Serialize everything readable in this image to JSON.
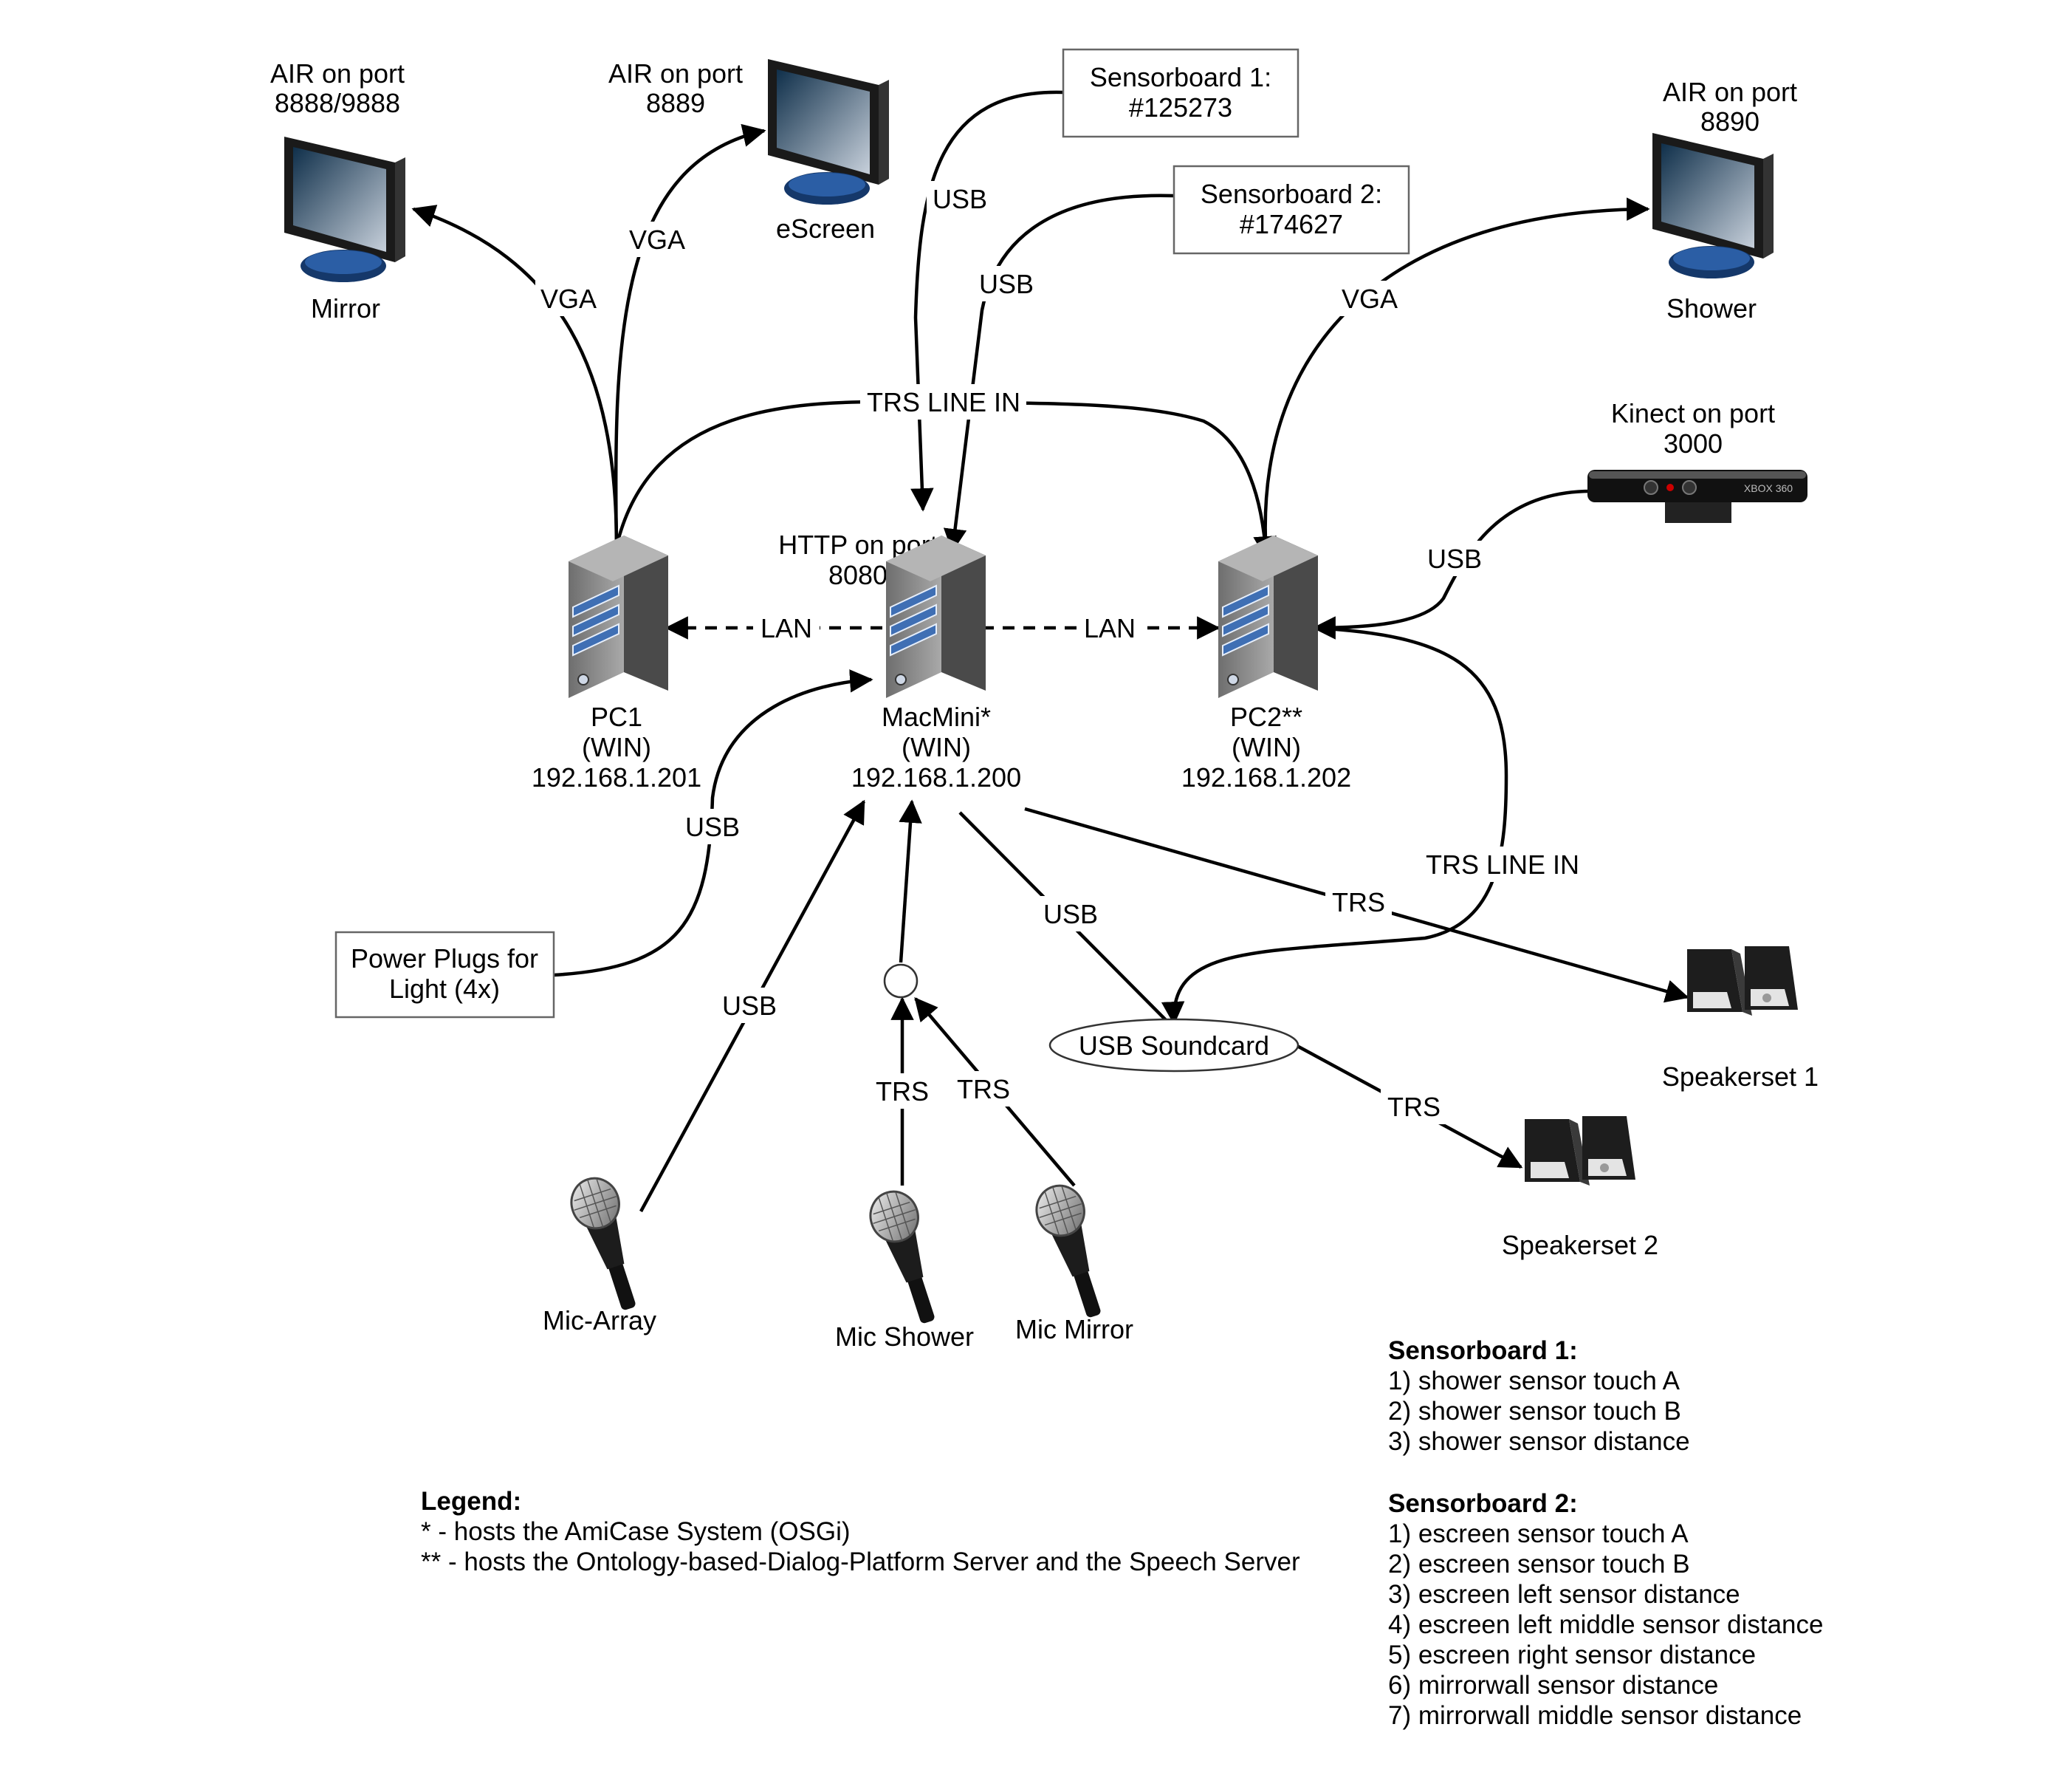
{
  "displays": {
    "mirror": {
      "port": [
        "AIR on port",
        "8888/9888"
      ],
      "name": "Mirror"
    },
    "escreen": {
      "port": [
        "AIR on port",
        "8889"
      ],
      "name": "eScreen"
    },
    "shower": {
      "port": [
        "AIR on port",
        "8890"
      ],
      "name": "Shower"
    }
  },
  "sensorboards": {
    "sb1": [
      "Sensorboard 1:",
      "#125273"
    ],
    "sb2": [
      "Sensorboard 2:",
      "#174627"
    ]
  },
  "kinect": {
    "label": [
      "Kinect on port",
      "3000"
    ],
    "logo": "XBOX 360"
  },
  "servers": {
    "pc1": [
      "PC1",
      "(WIN)",
      "192.168.1.201"
    ],
    "macmini": {
      "http": [
        "HTTP on port",
        "8080"
      ],
      "label": [
        "MacMini*",
        "(WIN)",
        "192.168.1.200"
      ]
    },
    "pc2": [
      "PC2**",
      "(WIN)",
      "192.168.1.202"
    ]
  },
  "edges": {
    "vga_mirror": "VGA",
    "vga_escreen": "VGA",
    "vga_shower": "VGA",
    "usb_sb1": "USB",
    "usb_sb2": "USB",
    "trs_line_in_top": "TRS LINE IN",
    "usb_kinect": "USB",
    "lan_left": "LAN",
    "lan_right": "LAN",
    "usb_power": "USB",
    "usb_mic_array": "USB",
    "usb_soundcard": "USB",
    "trs_speaker1": "TRS",
    "trs_line_in_right": "TRS LINE IN",
    "trs_speaker2": "TRS",
    "trs_mic_shower": "TRS",
    "trs_mic_mirror": "TRS"
  },
  "power_plugs": [
    "Power Plugs for",
    "Light (4x)"
  ],
  "soundcard": "USB Soundcard",
  "speakers": {
    "s1": "Speakerset 1",
    "s2": "Speakerset 2"
  },
  "mics": {
    "array": "Mic-Array",
    "shower": "Mic Shower",
    "mirror": "Mic Mirror"
  },
  "legend": {
    "title": "Legend:",
    "lines": [
      "*  - hosts the AmiCase System (OSGi)",
      "** - hosts the Ontology-based-Dialog-Platform Server and the Speech Server"
    ]
  },
  "sensor_lists": {
    "sb1": {
      "title": "Sensorboard 1:",
      "items": [
        "1) shower sensor touch A",
        "2) shower sensor touch B",
        "3) shower sensor distance"
      ]
    },
    "sb2": {
      "title": "Sensorboard 2:",
      "items": [
        "1) escreen sensor touch A",
        "2) escreen sensor touch B",
        "3) escreen left sensor distance",
        "4) escreen left middle sensor distance",
        "5) escreen right sensor distance",
        "6) mirrorwall sensor distance",
        "7) mirrorwall middle sensor distance"
      ]
    }
  },
  "colors": {
    "screen_top": "#0f2f4a",
    "screen_bottom": "#c7d0db",
    "server_blue": "#3f6fb4",
    "server_gray": "#8a8a8a"
  }
}
